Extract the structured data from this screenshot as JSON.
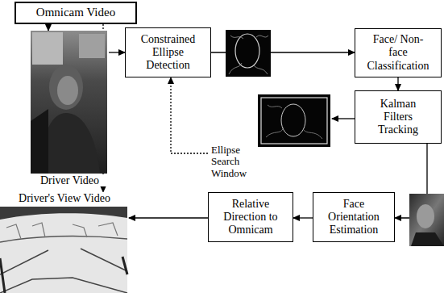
{
  "diagram": {
    "nodes": [
      {
        "text": [
          "Omnicam Video"
        ]
      },
      {
        "text": [
          "Driver Video"
        ]
      },
      {
        "text": [
          "Constrained Ellipse Detection"
        ]
      },
      {
        "text": [
          "Face/ Non-face Classification"
        ]
      },
      {
        "text": [
          "Ellipse Search Window"
        ]
      },
      {
        "text": [
          "Kalman Filters Tracking"
        ]
      },
      {
        "text": [
          "Driver's View Video"
        ]
      },
      {
        "text": [
          "Relative Direction to Omnicam"
        ]
      },
      {
        "text": [
          "Face Orientation Estimation"
        ]
      }
    ],
    "edges": [
      {
        "from": 0,
        "to": 1,
        "arrow": "to"
      },
      {
        "from": 0,
        "to": 6,
        "arrow": "to"
      },
      {
        "from": 1,
        "to": 2,
        "arrow": "to"
      },
      {
        "from": 2,
        "to": 3,
        "arrow": "to"
      },
      {
        "from": 3,
        "to": 5,
        "arrow": "to"
      },
      {
        "from": 5,
        "to": 4,
        "arrow": "to"
      },
      {
        "from": 4,
        "to": 2,
        "arrow": "to"
      },
      {
        "from": 5,
        "to": 8,
        "arrow": "to"
      },
      {
        "from": 8,
        "to": 7,
        "arrow": "to"
      },
      {
        "from": 7,
        "to": 6,
        "arrow": "to"
      }
    ]
  }
}
